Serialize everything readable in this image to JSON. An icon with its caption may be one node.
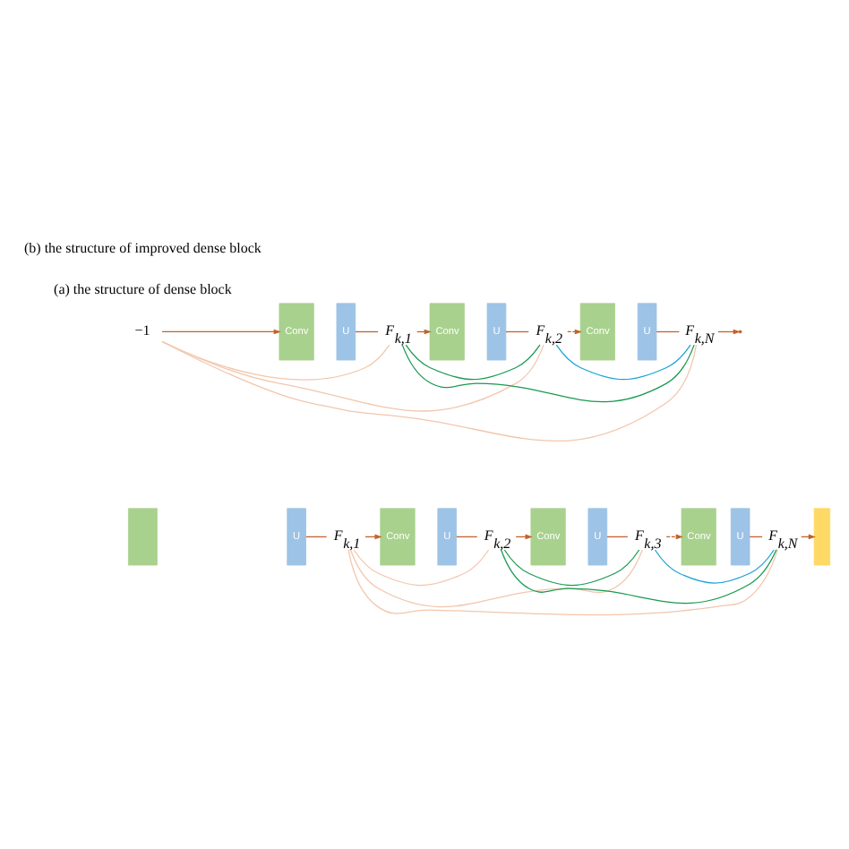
{
  "diagram": {
    "nodes": [
      {
        "text": [
          "−1"
        ]
      },
      {
        "text": [
          "Conv"
        ]
      },
      {
        "text": [
          "U"
        ]
      },
      {
        "text": [
          "F$_{k,1}$"
        ]
      },
      {
        "text": [
          "Conv"
        ]
      },
      {
        "text": [
          "U"
        ]
      },
      {
        "text": [
          "F$_{k,2}$"
        ]
      },
      {
        "text": [
          "Conv"
        ]
      },
      {
        "text": [
          "U"
        ]
      },
      {
        "text": [
          "F$_{k,N}$"
        ]
      },
      {
        "text": [],
        "shape": "box"
      },
      {
        "text": [
          "U"
        ]
      },
      {
        "text": [
          "F$_{k,1}$"
        ]
      },
      {
        "text": [
          "Conv"
        ]
      },
      {
        "text": [
          "U"
        ]
      },
      {
        "text": [
          "F$_{k,2}$"
        ]
      },
      {
        "text": [
          "Conv"
        ]
      },
      {
        "text": [
          "U"
        ]
      },
      {
        "text": [
          "F$_{k,3}$"
        ]
      },
      {
        "text": [
          "Conv"
        ]
      },
      {
        "text": [
          "U"
        ]
      },
      {
        "text": [
          "F$_{k,N}$"
        ]
      },
      {
        "text": [],
        "shape": "box"
      }
    ],
    "edges": [
      {
        "from": 0,
        "to": 1,
        "arrow": "to"
      },
      {
        "from": 2,
        "to": 3,
        "arrow": "none"
      },
      {
        "from": 3,
        "to": 4,
        "arrow": "to"
      },
      {
        "from": 5,
        "to": 6,
        "arrow": "none"
      },
      {
        "from": 6,
        "to": 7,
        "arrow": "to",
        "style": "dashed"
      },
      {
        "from": 8,
        "to": 9,
        "arrow": "none"
      },
      {
        "from": 9,
        "to": null,
        "arrow": "to"
      },
      {
        "from": 0,
        "to": 3,
        "arrow": "none",
        "color": "#f2c6ac"
      },
      {
        "from": 0,
        "to": 6,
        "arrow": "none",
        "color": "#f2c6ac"
      },
      {
        "from": 0,
        "to": 9,
        "arrow": "none",
        "color": "#f2c6ac"
      },
      {
        "from": 3,
        "to": 6,
        "arrow": "none",
        "color": "#1a9a50"
      },
      {
        "from": 3,
        "to": 9,
        "arrow": "none",
        "color": "#1a9a50"
      },
      {
        "from": 6,
        "to": 9,
        "arrow": "none",
        "color": "#1ba3d6"
      },
      {
        "from": 11,
        "to": 12,
        "arrow": "none"
      },
      {
        "from": 12,
        "to": 13,
        "arrow": "to"
      },
      {
        "from": 14,
        "to": 15,
        "arrow": "none"
      },
      {
        "from": 15,
        "to": 16,
        "arrow": "to"
      },
      {
        "from": 17,
        "to": 18,
        "arrow": "none"
      },
      {
        "from": 18,
        "to": 19,
        "arrow": "to",
        "style": "dashed"
      },
      {
        "from": 20,
        "to": 21,
        "arrow": "none"
      },
      {
        "from": 21,
        "to": 22,
        "arrow": "to"
      },
      {
        "from": 12,
        "to": 15,
        "arrow": "none",
        "color": "#f2c6ac"
      },
      {
        "from": 12,
        "to": 18,
        "arrow": "none",
        "color": "#f2c6ac"
      },
      {
        "from": 12,
        "to": 21,
        "arrow": "none",
        "color": "#f2c6ac"
      },
      {
        "from": 15,
        "to": 18,
        "arrow": "none",
        "color": "#1a9a50"
      },
      {
        "from": 15,
        "to": 21,
        "arrow": "none",
        "color": "#1a9a50"
      },
      {
        "from": 18,
        "to": 21,
        "arrow": "none",
        "color": "#1ba3d6"
      }
    ],
    "labels": [
      "(a) the structure of dense block",
      "(b) the structure of improved dense block"
    ]
  }
}
